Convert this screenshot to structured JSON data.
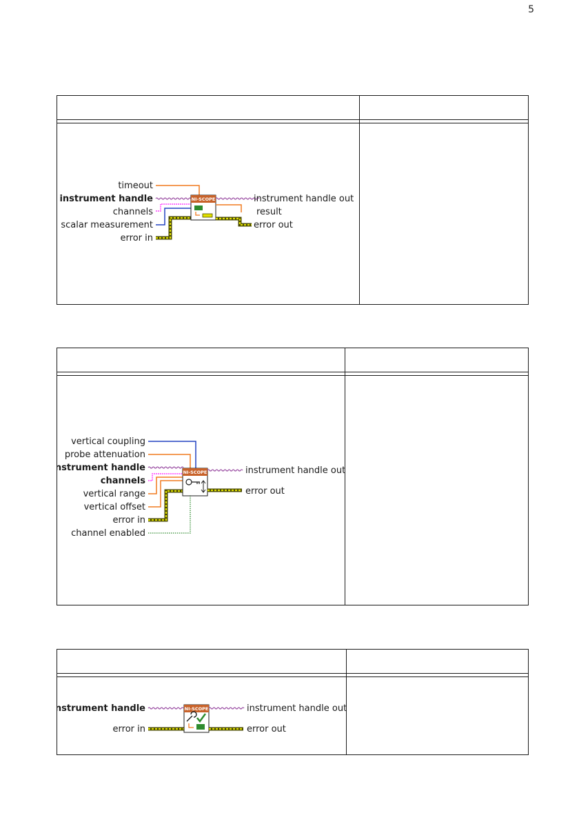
{
  "page": {
    "number": "5"
  },
  "table1": {
    "header_left": "",
    "header_right": "",
    "description": "",
    "icon_banner": "NI-SCOPE",
    "inputs": [
      "timeout",
      "instrument handle",
      "channels",
      "scalar measurement",
      "error in"
    ],
    "outputs": [
      "instrument handle out",
      "result",
      "error out"
    ]
  },
  "table2": {
    "header_left": "",
    "header_right": "",
    "description": "",
    "icon_banner": "NI-SCOPE",
    "inputs": [
      "vertical coupling",
      "probe attenuation",
      "instrument handle",
      "channels",
      "vertical range",
      "vertical offset",
      "error in",
      "channel enabled"
    ],
    "outputs": [
      "instrument handle out",
      "error out"
    ]
  },
  "table3": {
    "header_left": "",
    "header_right": "",
    "description": "",
    "icon_banner": "NI-SCOPE",
    "inputs": [
      "instrument handle",
      "error in"
    ],
    "outputs": [
      "instrument handle out",
      "error out"
    ]
  },
  "colors": {
    "numeric_wire": "#f07a1e",
    "refnum_wire": "#9a4ea3",
    "string_wire": "#ff40ff",
    "enum_wire": "#2040c0",
    "error_wire_dark": "#4a4a00",
    "error_wire_light": "#e0e000",
    "boolean_wire": "#2e8b2e",
    "icon_banner": "#c8622a"
  }
}
